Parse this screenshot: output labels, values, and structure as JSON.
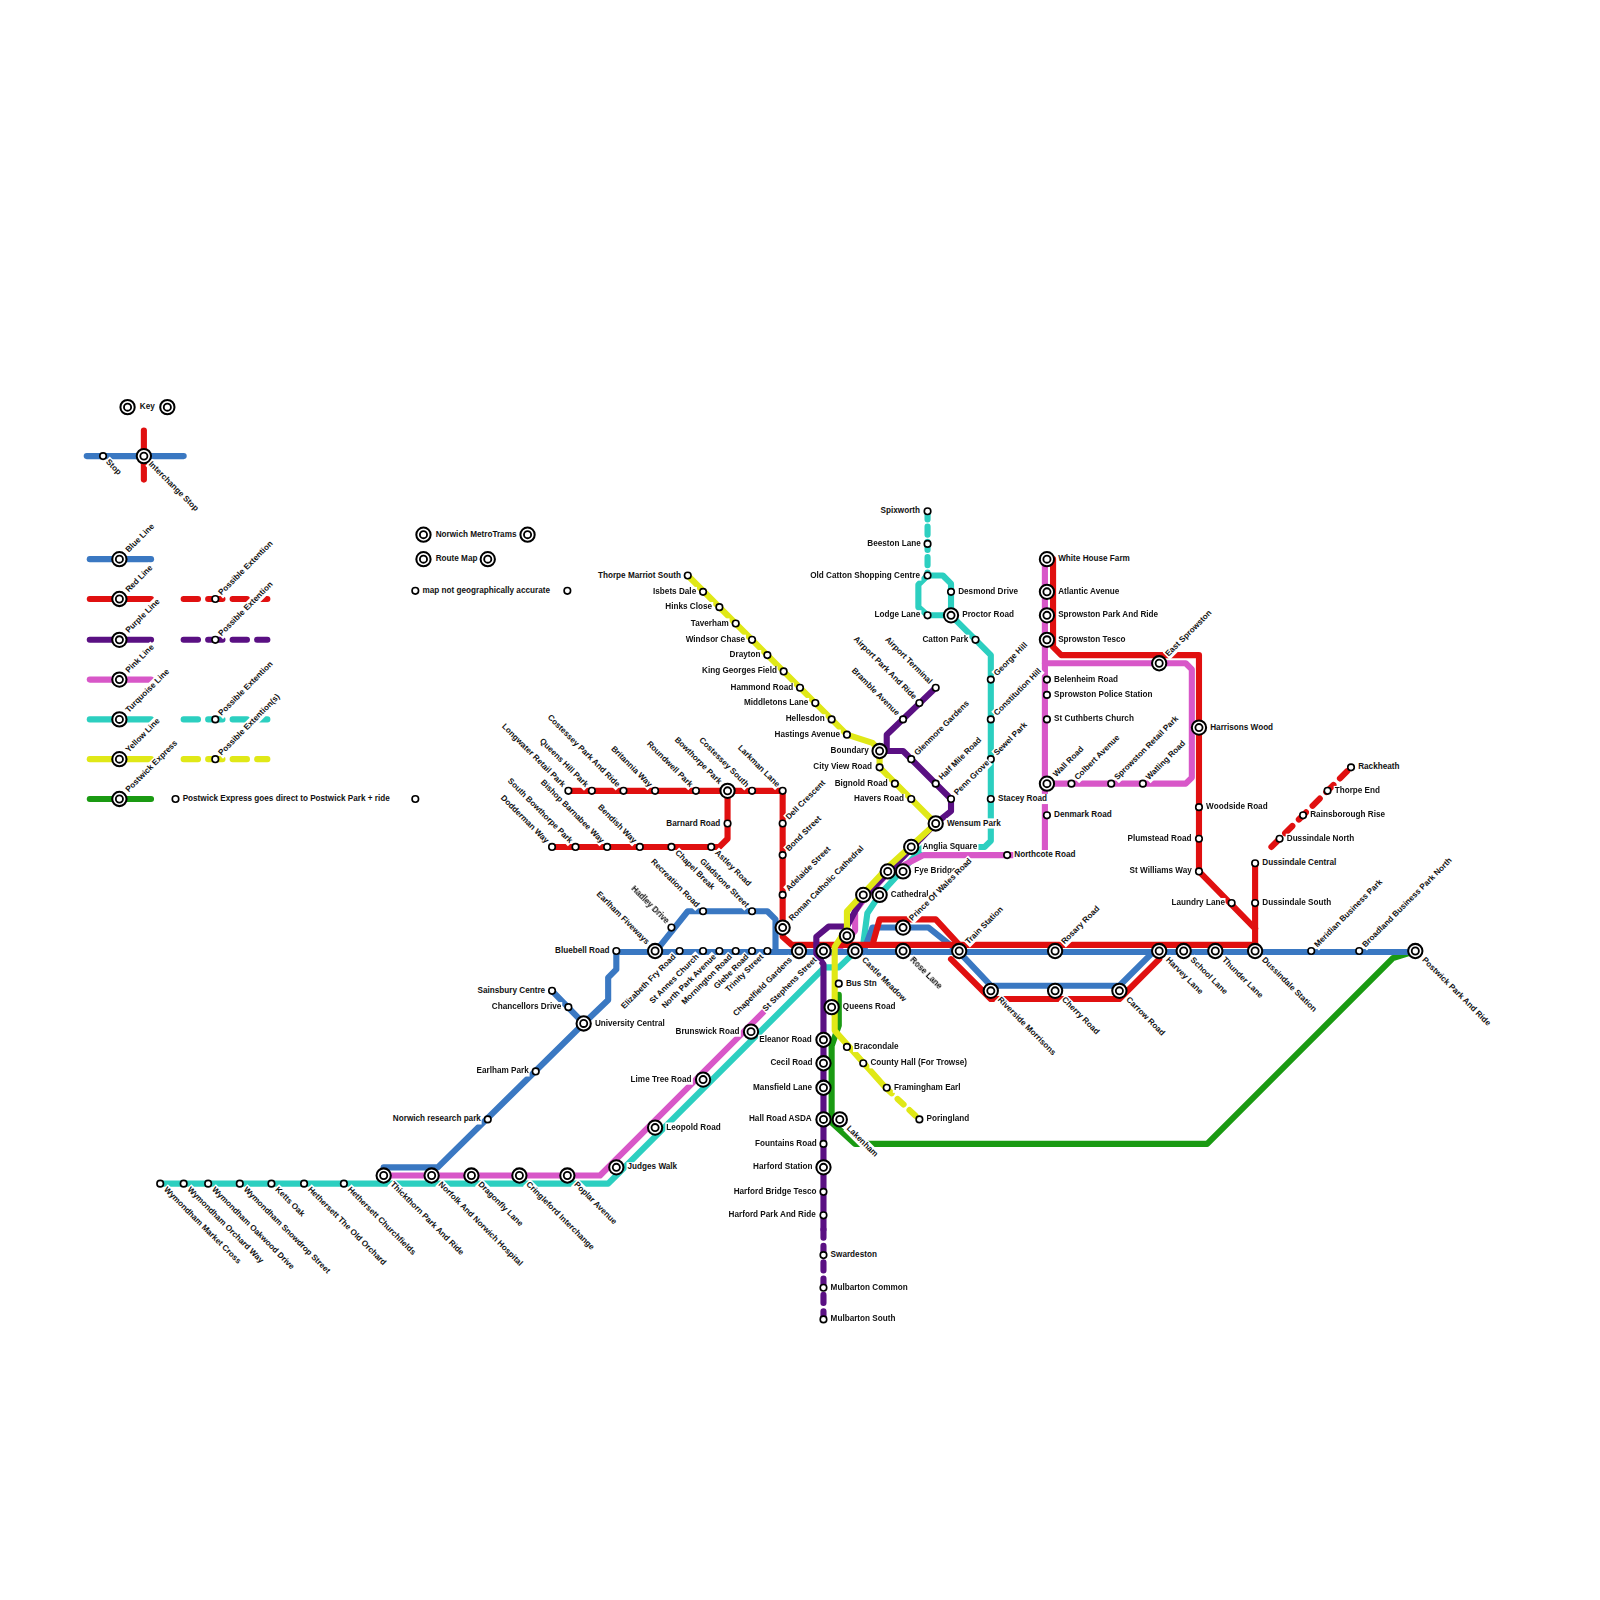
{
  "diagram": {
    "title": "Norwich MetroTrams",
    "labels": [
      "Key",
      "Stop",
      "Interchange Stop",
      "Route Map",
      "map not geographically accurate",
      "Possible Extention",
      "Possible Extention",
      "Possible Extention",
      "Possible Extention(s)",
      "Postwick Express goes direct to Postwick Park + ride",
      "Thorpe Marriot South",
      "Isbets Dale",
      "Hinks Close",
      "Taverham",
      "Windsor Chase",
      "Drayton",
      "King Georges Field",
      "Hammond Road",
      "Middletons Lane",
      "Hellesdon",
      "Hastings Avenue",
      "Boundary",
      "City View Road",
      "Bignold Road",
      "Havers Road",
      "Wensum Park",
      "Anglia Square",
      "Fye Bridge",
      "Cathedral",
      "Prince Of Wales Road",
      "Airport Terminal",
      "Airport Park And Ride",
      "Bramble Avenue",
      "Glenmore Gardens",
      "Half Mile Road",
      "Penn Grove",
      "Longwater Retail Park",
      "Queens Hill Park",
      "Costessey Park And Ride",
      "Britannia Way",
      "Roundwell Park",
      "Bowthorpe Park",
      "Costessey South",
      "Larkman Lane",
      "Dell Crescent",
      "Bond Street",
      "Adelaide Street",
      "Roman Catholic Cathedral",
      "Barnard Road",
      "Dodderman Way",
      "South Bowthorpe Park",
      "Bishop Barnabee Way",
      "Bendish Way",
      "Chapel Break",
      "Astley Road",
      "Recreation Road",
      "Gladstone Street",
      "Hadley Drive",
      "Earlham Fiveways",
      "Bluebell Road",
      "Elizabeth Fry Road",
      "St Annes Church",
      "North Park Avenue",
      "Mornington Road",
      "Glebe Road",
      "Trinity Street",
      "Chapelfield Gardens",
      "St Stephens Street",
      "Sainsbury Centre",
      "Chancellors Drive",
      "University Central",
      "Earlham Park",
      "Norwich research park",
      "Wymondham Market Cross",
      "Wymondham Orchard Way",
      "Wymondham Oakwood Drive",
      "Wymondham Snowdrop Street",
      "Ketts Oak",
      "Hethersett The Old Orchard",
      "Hethersett Churchfields",
      "Thickthorn Park And Ride",
      "Norfolk And Norwich Hospital",
      "Dragonfly Lane",
      "Cringleford Interchange",
      "Poplar Avenue",
      "Judges Walk",
      "Leopold Road",
      "Lime Tree Road",
      "Brunswick Road",
      "Eleanor Road",
      "Cecil Road",
      "Mansfield Lane",
      "Hall Road ASDA",
      "Fountains Road",
      "Harford Station",
      "Harford Bridge Tesco",
      "Harford Park And Ride",
      "Swardeston",
      "Mulbarton Common",
      "Mulbarton South",
      "Bus Stn",
      "Queens Road",
      "Bracondale",
      "County Hall (For Trowse)",
      "Framingham Earl",
      "Poringland",
      "Lakenham",
      "Castle Meadow",
      "Rose Lane",
      "Train Station",
      "Riverside Morrisons",
      "Cherry Road",
      "Carrow Road",
      "Rosary Road",
      "Harvey Lane",
      "School Lane",
      "Thunder Lane",
      "Dussindale Station",
      "Meridian Business Park",
      "Broadland Business Park North",
      "Postwick Park And Ride",
      "Dussindale Central",
      "Dussindale South",
      "Laundry Lane",
      "St Williams Way",
      "Plumstead Road",
      "Woodside Road",
      "Harrisons Wood",
      "East Sprowston",
      "White House Farm",
      "Atlantic Avenue",
      "Sprowston Park And Ride",
      "Sprowston Tesco",
      "Belenheim Road",
      "Sprowston Police Station",
      "St Cuthberts Church",
      "Wall Road",
      "Colbert Avenue",
      "Sprowston Retail Park",
      "Watling Road",
      "Denmark Road",
      "Northcote Road",
      "Rackheath",
      "Thorpe End",
      "Rainsborough Rise",
      "Dussindale North",
      "Spixworth",
      "Beeston Lane",
      "Old Catton Shopping Centre",
      "Desmond Drive",
      "Lodge Lane",
      "Proctor Road",
      "Catton Park",
      "George Hill",
      "Constitution Hill",
      "Sewel Park",
      "Stacey Road"
    ],
    "legend": [
      {
        "text": "Blue Line",
        "color": "#3a78c2"
      },
      {
        "text": "Red Line",
        "color": "#e01010"
      },
      {
        "text": "Purple Line",
        "color": "#5a1083"
      },
      {
        "text": "Pink Line",
        "color": "#d857c8"
      },
      {
        "text": "Turquoise Line",
        "color": "#2ccfc0"
      },
      {
        "text": "Yellow Line",
        "color": "#e0e817"
      },
      {
        "text": "Postwick Express",
        "color": "#1a9a12"
      }
    ]
  }
}
